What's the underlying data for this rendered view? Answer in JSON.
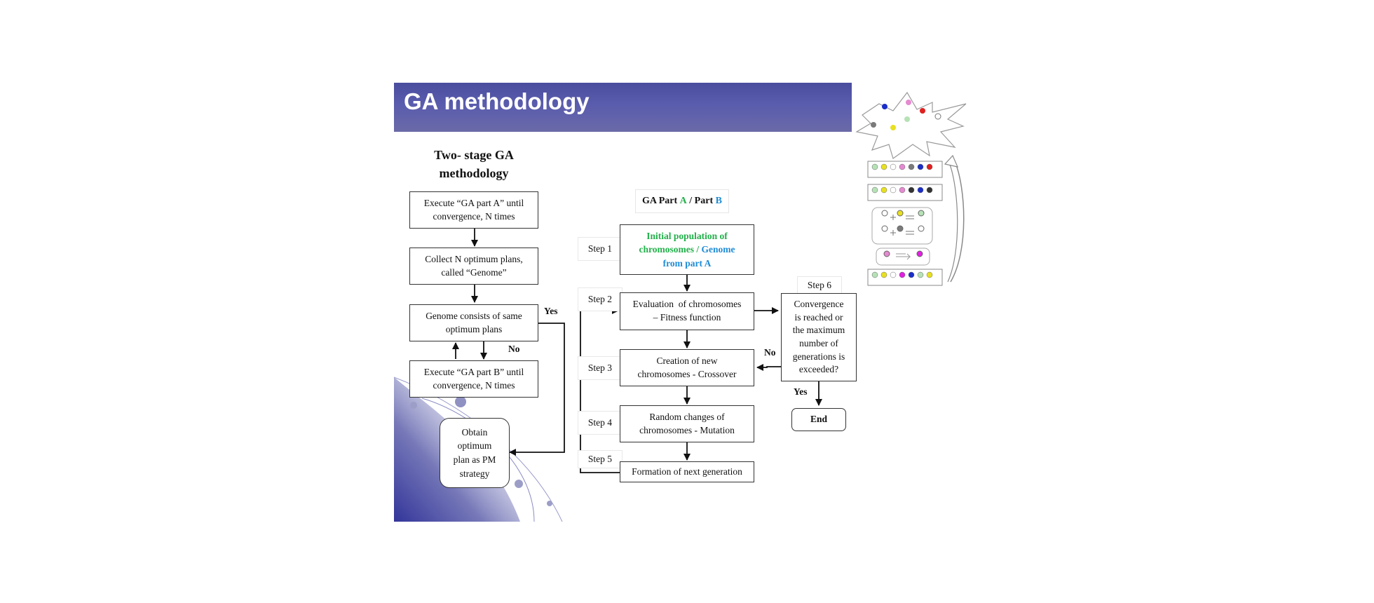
{
  "slide_title": "GA methodology",
  "left_chart": {
    "title": [
      "Two- stage GA",
      "methodology"
    ],
    "box1": [
      "Execute “GA part A” until",
      "convergence, N times"
    ],
    "box2": [
      "Collect N optimum plans,",
      "called “Genome”"
    ],
    "box3": [
      "Genome consists of same",
      "optimum plans"
    ],
    "box4": [
      "Execute “GA part B” until",
      "convergence, N times"
    ],
    "box5": [
      "Obtain",
      "optimum",
      "plan as PM",
      "strategy"
    ],
    "yes": "Yes",
    "no": "No"
  },
  "right_chart": {
    "title_prefix": "GA Part ",
    "title_a": "A",
    "title_mid": " / Part ",
    "title_b": "B",
    "steps": [
      "Step 1",
      "Step 2",
      "Step 3",
      "Step 4",
      "Step 5",
      "Step 6"
    ],
    "init_green": "Initial population of",
    "init_green2": "chromosomes / ",
    "init_blue": "Genome",
    "init_blue2": "from part A",
    "eval": [
      "Evaluation  of chromosomes",
      "– Fitness function"
    ],
    "crossover": [
      "Creation of new",
      "chromosomes - Crossover"
    ],
    "mutation": [
      "Random changes of",
      "chromosomes - Mutation"
    ],
    "next_gen": "Formation of next generation",
    "convergence": [
      "Convergence",
      "is reached or",
      "the maximum",
      "number of",
      "generations is",
      "exceeded?"
    ],
    "no": "No",
    "yes": "Yes",
    "end": "End"
  },
  "colors": {
    "header_bg": "#5a5cad",
    "green": "#22b04a",
    "blue": "#1f8cd6",
    "decor_purple": "#3a3c9a"
  },
  "illustration_icons": [
    "population-burst-icon",
    "chromosome-icon",
    "crossover-icon",
    "mutation-icon",
    "cycle-arrow-icon"
  ]
}
